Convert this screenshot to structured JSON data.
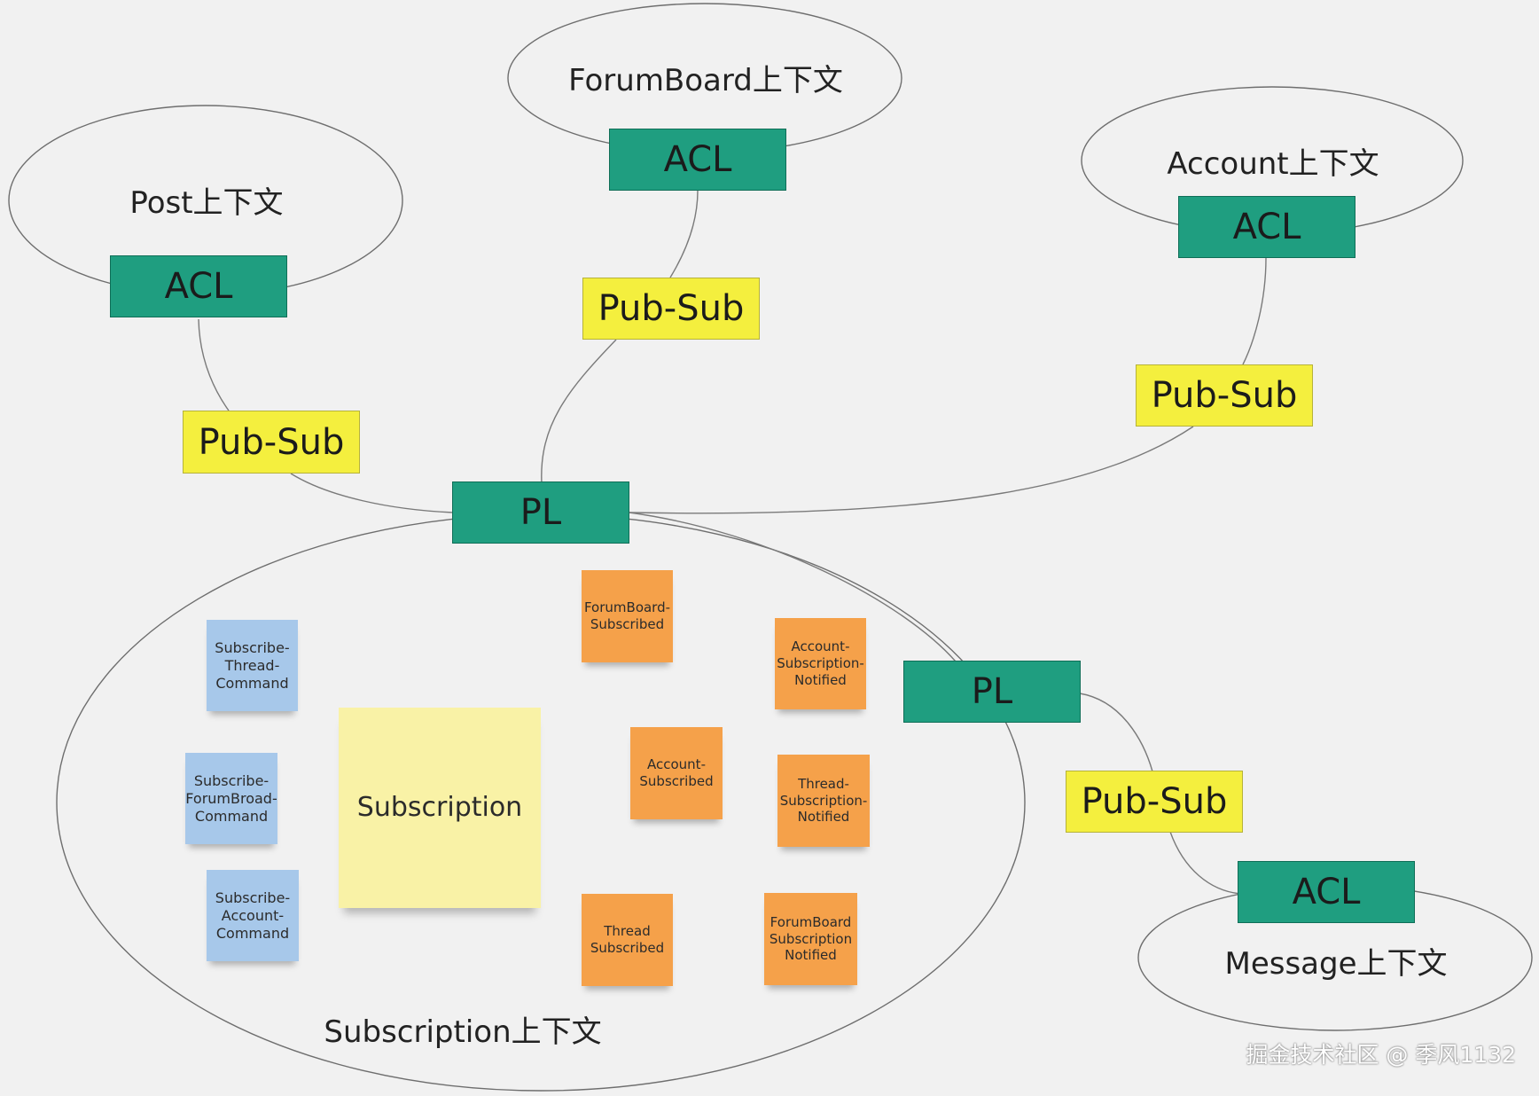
{
  "contexts": {
    "forumboard": "ForumBoard上下文",
    "post": "Post上下文",
    "account": "Account上下文",
    "subscription": "Subscription上下文",
    "message": "Message上下文"
  },
  "boxes": {
    "acl": "ACL",
    "pubsub": "Pub-Sub",
    "pl": "PL"
  },
  "notes": {
    "subscription": "Subscription",
    "subscribe_thread_command": "Subscribe-\nThread-\nCommand",
    "subscribe_forumbroad_command": "Subscribe-\nForumBroad-\nCommand",
    "subscribe_account_command": "Subscribe-\nAccount-\nCommand",
    "forumboard_subscribed": "ForumBoard-\nSubscribed",
    "account_subscribed": "Account-\nSubscribed",
    "thread_subscribed": "Thread\nSubscribed",
    "account_subscription_notified": "Account-\nSubscription-\nNotified",
    "thread_subscription_notified": "Thread-\nSubscription-\nNotified",
    "forumboard_subscription_notified": "ForumBoard\nSubscription\nNotified"
  },
  "watermark": "掘金技术社区 @ 季风1132",
  "colors": {
    "acl_pl": "#1f9e80",
    "pubsub": "#f4ef3e",
    "command": "#a7c8ea",
    "event": "#f5a14a",
    "aggregate": "#f9f2a6"
  }
}
